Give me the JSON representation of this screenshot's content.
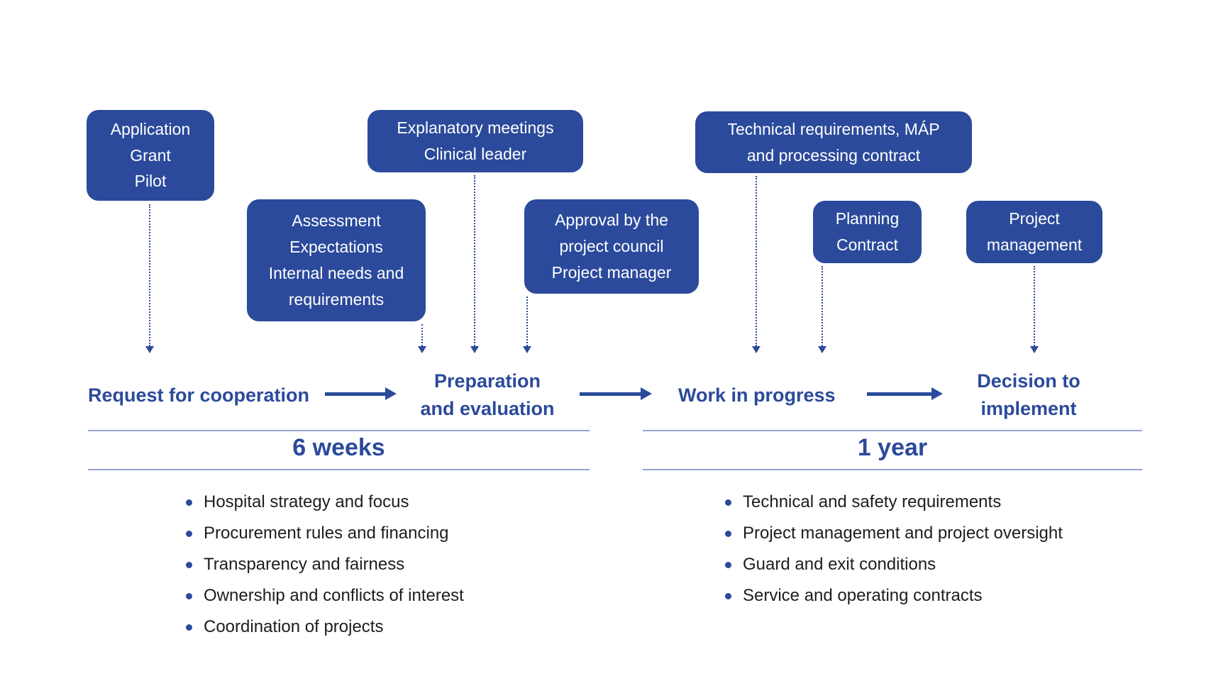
{
  "colors": {
    "primary_blue": "#2b4a9b",
    "rule_blue": "#93a3cf",
    "bullet_text": "#1d1d1f",
    "box_text": "#ffffff",
    "background": "#ffffff"
  },
  "boxes": {
    "application": {
      "lines": [
        "Application",
        "Grant",
        "Pilot"
      ]
    },
    "assessment": {
      "lines": [
        "Assessment",
        "Expectations",
        "Internal needs and",
        "requirements"
      ]
    },
    "explanatory": {
      "lines": [
        "Explanatory meetings",
        "Clinical leader"
      ]
    },
    "approval": {
      "lines": [
        "Approval by the",
        "project council",
        "Project manager"
      ]
    },
    "technical": {
      "lines": [
        "Technical requirements, MÁP",
        "and processing contract"
      ]
    },
    "planning": {
      "lines": [
        "Planning",
        "Contract"
      ]
    },
    "project": {
      "lines": [
        "Project",
        "management"
      ]
    }
  },
  "stages": {
    "request": "Request for cooperation",
    "preparation": {
      "line1": "Preparation",
      "line2": "and evaluation"
    },
    "work": "Work in progress",
    "decision": {
      "line1": "Decision to",
      "line2": "implement"
    }
  },
  "durations": {
    "left": "6 weeks",
    "right": "1 year"
  },
  "lists": {
    "left": {
      "items": [
        "Hospital strategy and focus",
        "Procurement rules and financing",
        "Transparency and fairness",
        "Ownership and conflicts of interest",
        "Coordination of projects"
      ]
    },
    "right": {
      "items": [
        "Technical and safety requirements",
        "Project management and project oversight",
        "Guard and exit conditions",
        "Service and operating contracts"
      ]
    }
  }
}
